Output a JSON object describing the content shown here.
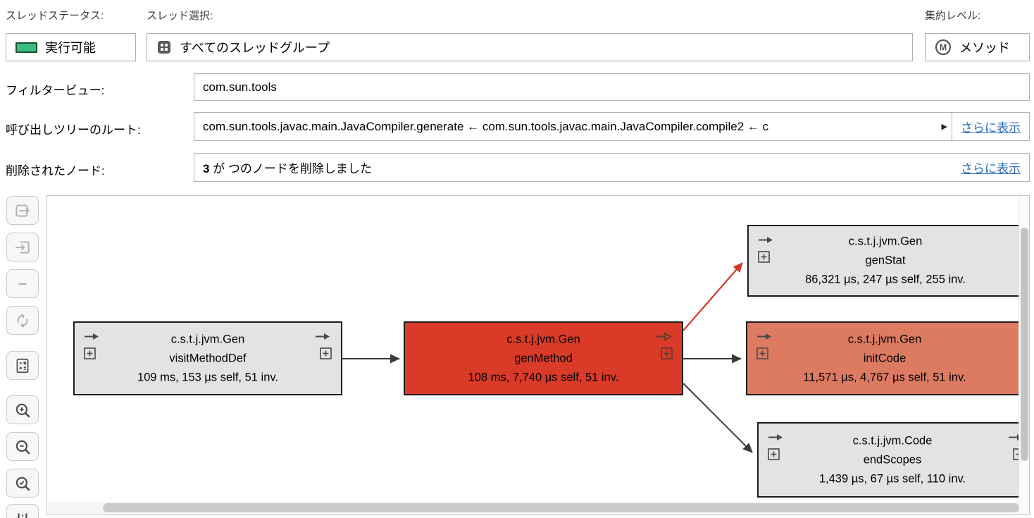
{
  "header": {
    "thread_status": {
      "label": "スレッドステータス:",
      "value": "実行可能",
      "swatch_color": "#3cbd80"
    },
    "thread_selection": {
      "label": "スレッド選択:",
      "value": "すべてのスレッドグループ",
      "icon": "thread-groups-icon"
    },
    "aggregation_level": {
      "label": "集約レベル:",
      "value": "メソッド",
      "icon": "method-badge-icon"
    },
    "filter_view": {
      "label": "フィルタービュー:",
      "value": "com.sun.tools"
    },
    "call_tree_root": {
      "label": "呼び出しツリーのルート:",
      "value": "com.sun.tools.javac.main.JavaCompiler.generate ← com.sun.tools.javac.main.JavaCompiler.compile2 ← c",
      "truncation_indicator": "▶",
      "show_more": "さらに表示"
    },
    "removed_nodes": {
      "label": "削除されたノード:",
      "count": "3",
      "text": "が つのノードを削除しました",
      "show_more": "さらに表示"
    }
  },
  "toolbar": {
    "buttons": [
      {
        "icon": "forward-out-icon",
        "enabled": false
      },
      {
        "icon": "enter-into-icon",
        "enabled": false
      },
      {
        "icon": "remove-node-icon",
        "enabled": false
      },
      {
        "icon": "refresh-icon",
        "enabled": false
      },
      {
        "icon": "node-settings-icon",
        "enabled": true
      },
      {
        "icon": "zoom-in-icon",
        "enabled": true
      },
      {
        "icon": "zoom-out-icon",
        "enabled": true
      },
      {
        "icon": "zoom-fit-icon",
        "enabled": true
      },
      {
        "icon": "levels-icon",
        "enabled": true
      }
    ]
  },
  "graph": {
    "nodes": [
      {
        "class_name": "c.s.t.j.jvm.Gen",
        "method": "visitMethodDef",
        "stats": "109 ms, 153 µs self, 51 inv.",
        "color": "#e3e3e3"
      },
      {
        "class_name": "c.s.t.j.jvm.Gen",
        "method": "genMethod",
        "stats": "108 ms, 7,740 µs self, 51 inv.",
        "color": "#da3a28"
      },
      {
        "class_name": "c.s.t.j.jvm.Gen",
        "method": "genStat",
        "stats": "86,321 µs, 247 µs self, 255 inv.",
        "color": "#e3e3e3"
      },
      {
        "class_name": "c.s.t.j.jvm.Gen",
        "method": "initCode",
        "stats": "11,571 µs, 4,767 µs self, 51 inv.",
        "color": "#dd7a62"
      },
      {
        "class_name": "c.s.t.j.jvm.Code",
        "method": "endScopes",
        "stats": "1,439 µs, 67 µs self, 110 inv.",
        "color": "#e3e3e3"
      }
    ],
    "edges": [
      {
        "from": "visitMethodDef",
        "to": "genMethod",
        "color": "#3c3c3c"
      },
      {
        "from": "genMethod",
        "to": "genStat",
        "color": "#d13a29"
      },
      {
        "from": "genMethod",
        "to": "initCode",
        "color": "#3c3c3c"
      },
      {
        "from": "genMethod",
        "to": "endScopes",
        "color": "#3c3c3c"
      }
    ],
    "colors": {
      "hot": "#da3a28",
      "warm": "#dd7a62",
      "neutral": "#e3e3e3",
      "edge": "#3c3c3c",
      "hot_edge": "#d13a29"
    }
  }
}
